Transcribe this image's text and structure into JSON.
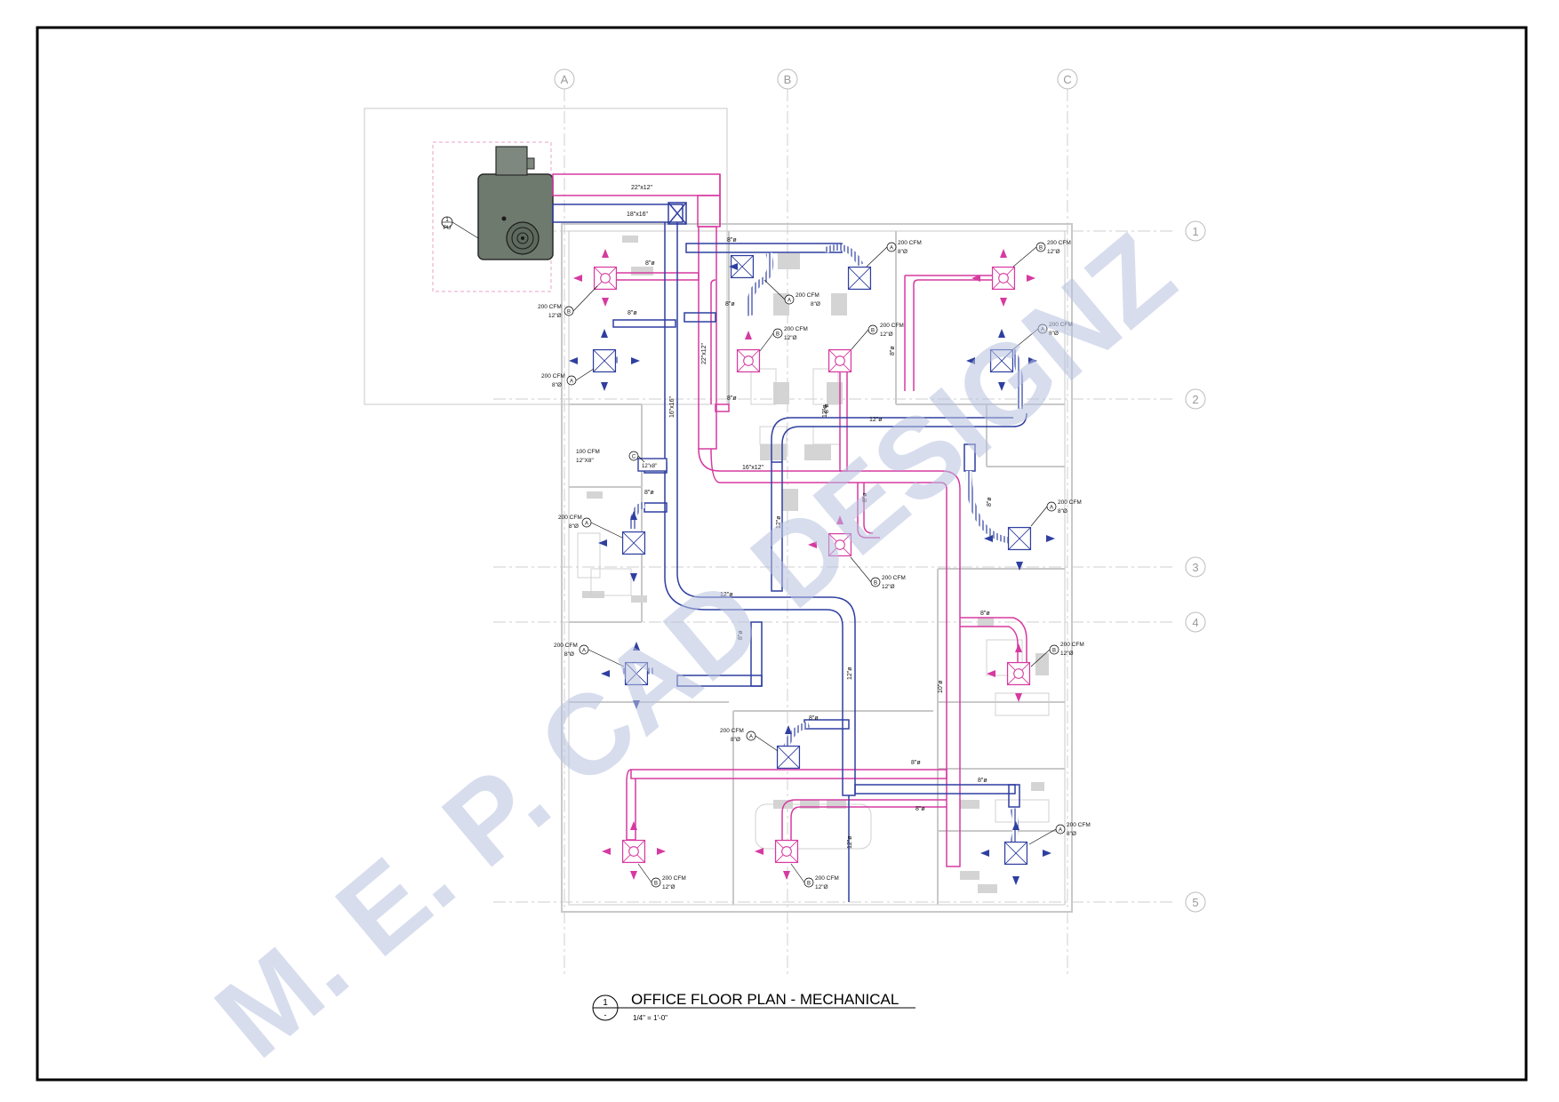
{
  "colors": {
    "supply": "#2f3fa0",
    "return": "#d63aa0",
    "wall": "#c6c6c6",
    "grid": "#c8c8c8",
    "watermark": "#b8c2e0",
    "unit": "#6e7a6e"
  },
  "icons": [
    "supply-diffuser-icon",
    "return-grille-icon",
    "packaged-unit-icon"
  ],
  "grid": {
    "columns": [
      "A",
      "B",
      "C"
    ],
    "rows": [
      "1",
      "2",
      "3",
      "4",
      "5"
    ]
  },
  "equipment": {
    "tag_number": "1",
    "tag_label": "PU"
  },
  "watermark": "M. E. P. CAD DESIGNZ",
  "title_block": {
    "number": "1",
    "sheet_ref": "-",
    "title": "OFFICE FLOOR PLAN - MECHANICAL",
    "scale": "1/4\" = 1'-0\""
  },
  "duct_labels": [
    "22\"x12\"",
    "18\"x16\"",
    "22\"x12\"",
    "16\"x12\"",
    "16\"x16\"",
    "12\"x8\"",
    "12\"ø",
    "12\"ø",
    "12\"ø",
    "12\"ø",
    "12\"ø",
    "12\"ø",
    "10\"ø",
    "8\"ø",
    "8\"ø",
    "8\"ø",
    "8\"ø",
    "8\"ø",
    "8\"ø",
    "8\"ø",
    "8\"ø",
    "8\"ø",
    "8\"ø",
    "8\"ø",
    "8\"ø",
    "8\"ø",
    "8\"ø",
    "8\"ø",
    "8\"ø"
  ],
  "tags": [
    {
      "cfm": "200 CFM",
      "type": "B",
      "size": "12\"Ø"
    },
    {
      "cfm": "200 CFM",
      "type": "A",
      "size": "8\"Ø"
    },
    {
      "cfm": "100 CFM",
      "type": "C",
      "size": "12\"X8\""
    },
    {
      "cfm": "200 CFM",
      "type": "A",
      "size": "8\"Ø"
    },
    {
      "cfm": "200 CFM",
      "type": "A",
      "size": "8\"Ø"
    },
    {
      "cfm": "200 CFM",
      "type": "A",
      "size": "8\"Ø"
    },
    {
      "cfm": "200 CFM",
      "type": "A",
      "size": "8\"Ø"
    },
    {
      "cfm": "200 CFM",
      "type": "B",
      "size": "12\"Ø"
    },
    {
      "cfm": "200 CFM",
      "type": "B",
      "size": "12\"Ø"
    },
    {
      "cfm": "200 CFM",
      "type": "A",
      "size": "8\"Ø"
    },
    {
      "cfm": "200 CFM",
      "type": "B",
      "size": "12\"Ø"
    },
    {
      "cfm": "200 CFM",
      "type": "A",
      "size": "8\"Ø"
    },
    {
      "cfm": "200 CFM",
      "type": "A",
      "size": "8\"Ø"
    },
    {
      "cfm": "200 CFM",
      "type": "B",
      "size": "12\"Ø"
    },
    {
      "cfm": "200 CFM",
      "type": "B",
      "size": "12\"Ø"
    },
    {
      "cfm": "200 CFM",
      "type": "B",
      "size": "12\"Ø"
    },
    {
      "cfm": "200 CFM",
      "type": "B",
      "size": "12\"Ø"
    },
    {
      "cfm": "200 CFM",
      "type": "A",
      "size": "8\"Ø"
    }
  ]
}
